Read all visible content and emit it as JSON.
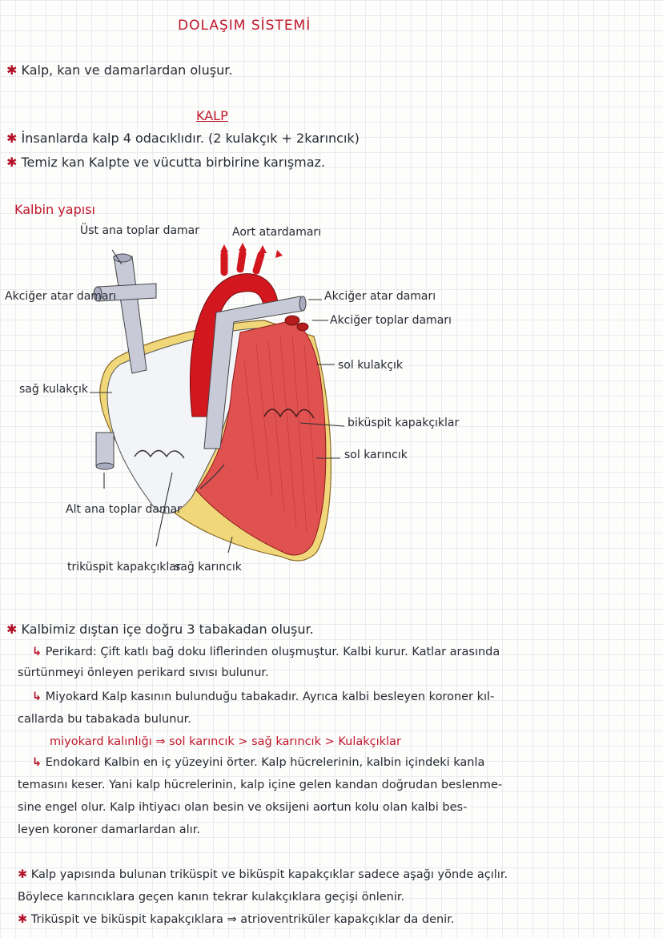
{
  "title": "DOLAŞIM SİSTEMİ",
  "intro": "Kalp, kan ve damarlardan oluşur.",
  "heart_heading": "KALP",
  "bullets_top": [
    "İnsanlarda kalp 4 odacıklıdır. (2 kulakçık + 2karıncık)",
    "Temiz kan Kalpte ve vücutta birbirine karışmaz."
  ],
  "structure_heading": "Kalbin yapısı",
  "labels": {
    "ust_ana": "Üst ana toplar damar",
    "aort": "Aort atardamarı",
    "akciger_atar_left": "Akciğer atar damarı",
    "akciger_atar_right": "Akciğer atar damarı",
    "akciger_toplar": "Akciğer toplar damarı",
    "sol_kulakcik": "sol kulakçık",
    "sag_kulakcik": "sağ kulakçık",
    "bikuspit": "biküspit kapakçıklar",
    "sol_karincik": "sol karıncık",
    "alt_ana": "Alt ana toplar damar",
    "trikuspit": "triküspit kapakçıklar",
    "sag_karincik": "sağ karıncık"
  },
  "layers": {
    "intro": "Kalbimiz dıştan içe doğru 3 tabakadan oluşur.",
    "perikard": [
      "Perikard: Çift katlı bağ doku liflerinden oluşmuştur. Kalbi kurur. Katlar arasında",
      "sürtünmeyi önleyen perikard sıvısı bulunur."
    ],
    "miyokard": [
      "Miyokard Kalp kasının bulunduğu tabakadır. Ayrıca kalbi besleyen koroner kıl-",
      "callarda bu tabakada bulunur."
    ],
    "thickness": "miyokard kalınlığı ⇒ sol karıncık > sağ karıncık > Kulakçıklar",
    "endokard": [
      "Endokard Kalbin en iç yüzeyini örter. Kalp hücrelerinin, kalbin içindeki kanla",
      "temasını keser. Yani kalp hücrelerinin, kalp içine gelen kandan doğrudan beslenme-",
      "sine engel olur. Kalp ihtiyacı olan besin ve oksijeni aortun kolu olan kalbi bes-",
      "leyen koroner damarlardan alır."
    ]
  },
  "bottom": [
    "Kalp yapısında bulunan triküspit ve biküspit kapakçıklar sadece aşağı yönde açılır.",
    "Böylece karıncıklara geçen kanın tekrar kulakçıklara geçişi önlenir.",
    "Triküspit ve biküspit kapakçıklara ⇒ atrioventriküler kapakçıklar da denir."
  ],
  "colors": {
    "ink": "#262a33",
    "red_ink": "#c0162a",
    "heart_red": "#e0524f",
    "artery_red": "#d3171f",
    "vein_blue": "#c9cad8",
    "pericardium_yellow": "#efd77a"
  }
}
